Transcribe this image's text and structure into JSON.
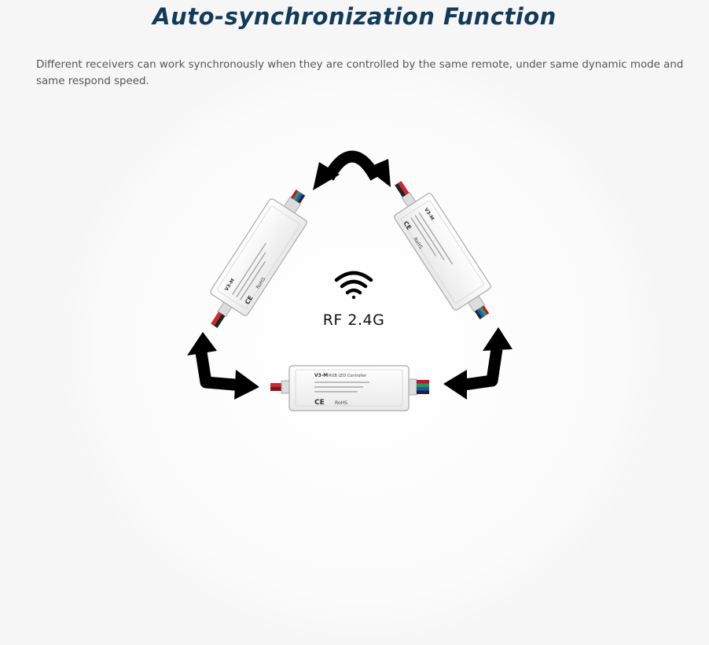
{
  "title": "Auto-synchronization Function",
  "description": "Different receivers can work synchronously when they are controlled by the same remote, under same dynamic mode and same respond speed.",
  "diagram": {
    "center_label": "RF 2.4G",
    "center_icon": "wifi-icon",
    "controllers": [
      {
        "position": "left",
        "model": "V3-M",
        "ce_mark": "CE",
        "rohs_mark": "RoHS"
      },
      {
        "position": "right",
        "model": "V3-M",
        "ce_mark": "CE",
        "rohs_mark": "RoHS"
      },
      {
        "position": "bottom",
        "model": "V3-M",
        "product_name": "RGB LED Controller",
        "ce_mark": "CE",
        "rohs_mark": "RoHS"
      }
    ],
    "arrows": [
      "top-double-arrow-icon",
      "left-bent-arrow-icon",
      "right-bent-arrow-icon"
    ],
    "colors": {
      "title": "#123a59",
      "arrow": "#000000",
      "wire_red": "#c8102e",
      "wire_green": "#17a34a",
      "wire_blue": "#1f4fd1"
    }
  }
}
